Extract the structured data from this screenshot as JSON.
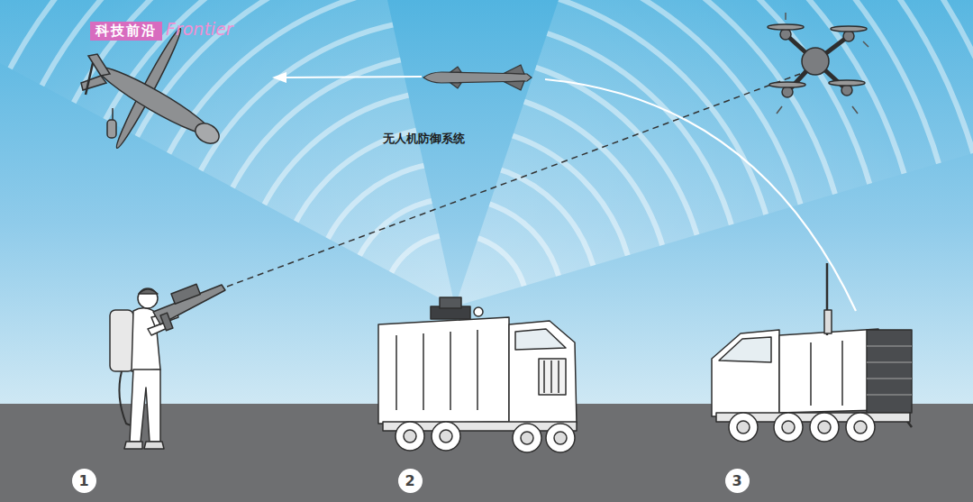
{
  "diagram": {
    "nodes": [
      {
        "text": [
          "科技前沿"
        ]
      },
      {
        "text": [
          "1"
        ]
      },
      {
        "text": [
          "2"
        ]
      },
      {
        "text": [
          "3"
        ]
      }
    ],
    "labels": [
      "Frontier",
      "无人机防御系统"
    ]
  }
}
